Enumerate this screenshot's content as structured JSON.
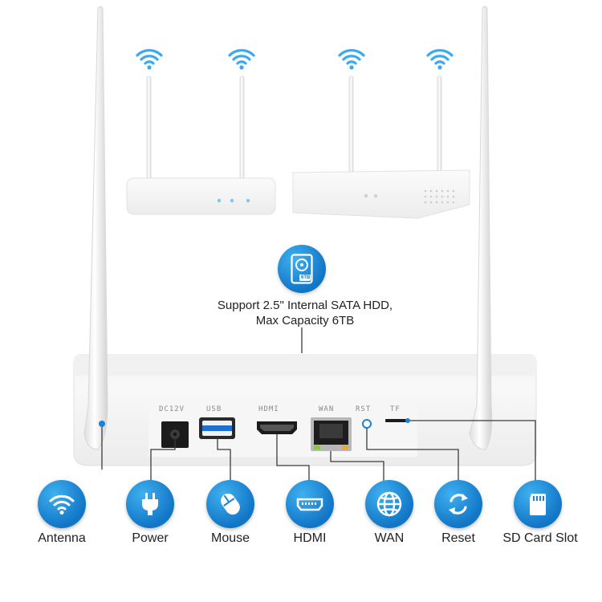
{
  "storage": {
    "line1": "Support 2.5\" Internal SATA HDD,",
    "line2": "Max Capacity 6TB",
    "icon": "hdd-icon",
    "icon_label": "6TB"
  },
  "ports": {
    "dc": "DC12V",
    "usb": "USB",
    "hdmi": "HDMI",
    "wan": "WAN",
    "rst": "RST",
    "tf": "TF"
  },
  "features": [
    {
      "label": "Antenna",
      "icon": "wifi-icon"
    },
    {
      "label": "Power",
      "icon": "plug-icon"
    },
    {
      "label": "Mouse",
      "icon": "mouse-icon"
    },
    {
      "label": "HDMI",
      "icon": "hdmi-icon"
    },
    {
      "label": "WAN",
      "icon": "globe-icon"
    },
    {
      "label": "Reset",
      "icon": "refresh-icon"
    },
    {
      "label": "SD Card Slot",
      "icon": "sd-card-icon"
    }
  ],
  "colors": {
    "accent": "#1a84d4",
    "line": "#3b3b3b"
  }
}
